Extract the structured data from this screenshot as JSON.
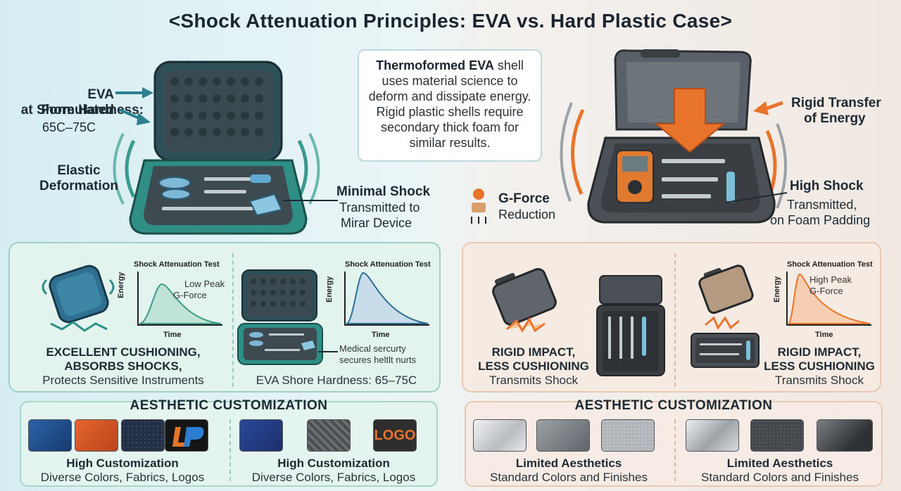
{
  "title": "<Shock Attenuation Principles: EVA vs. Hard Plastic Case>",
  "left": {
    "eva_formulated": "EVA Formulated",
    "shore_hardness_label": "at Shore Hardness:",
    "shore_range": "65C–75C",
    "elastic": "Elastic",
    "deformation": "Deformation",
    "minimal_shock": "Minimal Shock",
    "transmitted_to": "Transmitted to",
    "device": "Mirar Device"
  },
  "infobox": {
    "bold": "Thermoformed EVA",
    "text": " shell uses material science to deform and dissipate energy. Rigid plastic shells require secondary thick foam for similar results."
  },
  "middle": {
    "gforce": "G-Force",
    "reduction": "Reduction"
  },
  "right": {
    "rigid_transfer_1": "Rigid Transfer",
    "rigid_transfer_2": "of Energy",
    "high_shock": "High Shock",
    "transmitted": "Transmitted,",
    "foam": "on Foam Padding"
  },
  "eva_panel": {
    "chart1": {
      "title": "Shock Attenuation Test",
      "ylabel": "Energy",
      "xlabel": "Time",
      "note_1": "Low Peak",
      "note_2": "G-Force"
    },
    "chart2": {
      "title": "Shock Attenuation Test",
      "ylabel": "Energy",
      "xlabel": "Time"
    },
    "medical_1": "Medical sercurty",
    "medical_2": "secures heltlt nurts",
    "cap1_line1": "EXCELLENT CUSHIONING,",
    "cap1_line2": "ABSORBS SHOCKS,",
    "cap1_line3": "Protects Sensitive Instruments",
    "cap2": "EVA Shore Hardness: 65–75C"
  },
  "hard_panel": {
    "chart": {
      "title": "Shock Attenuation Test",
      "ylabel": "Energy",
      "xlabel": "Time",
      "note_1": "High Peak",
      "note_2": "G-Force"
    },
    "cap1_line1": "RIGID IMPACT,",
    "cap1_line2": "LESS CUSHIONING",
    "cap1_line3": "Transmits Shock",
    "cap2_line1": "RIGID IMPACT,",
    "cap2_line2": "LESS CUSHIONING",
    "cap2_line3": "Transmits Shock"
  },
  "eva_custom": {
    "title": "AESTHETIC CUSTOMIZATION",
    "cap_bold": "High Customization",
    "cap_norm": "Diverse Colors, Fabrics, Logos",
    "logo_text": "LOGO",
    "swatch_colors": [
      "#1f4f8f",
      "#d9582a",
      "#2c3e58",
      "#151515",
      "#26408a",
      "#5e6166",
      "#3a3a3a"
    ]
  },
  "hard_custom": {
    "title": "AESTHETIC CUSTOMIZATION",
    "cap_bold": "Limited Aesthetics",
    "cap_norm": "Standard Colors and Finishes"
  },
  "colors": {
    "eva_teal": "#2f8f86",
    "eva_blue": "#2c6f93",
    "orange": "#e8742c",
    "dark_case": "#4b5056"
  }
}
